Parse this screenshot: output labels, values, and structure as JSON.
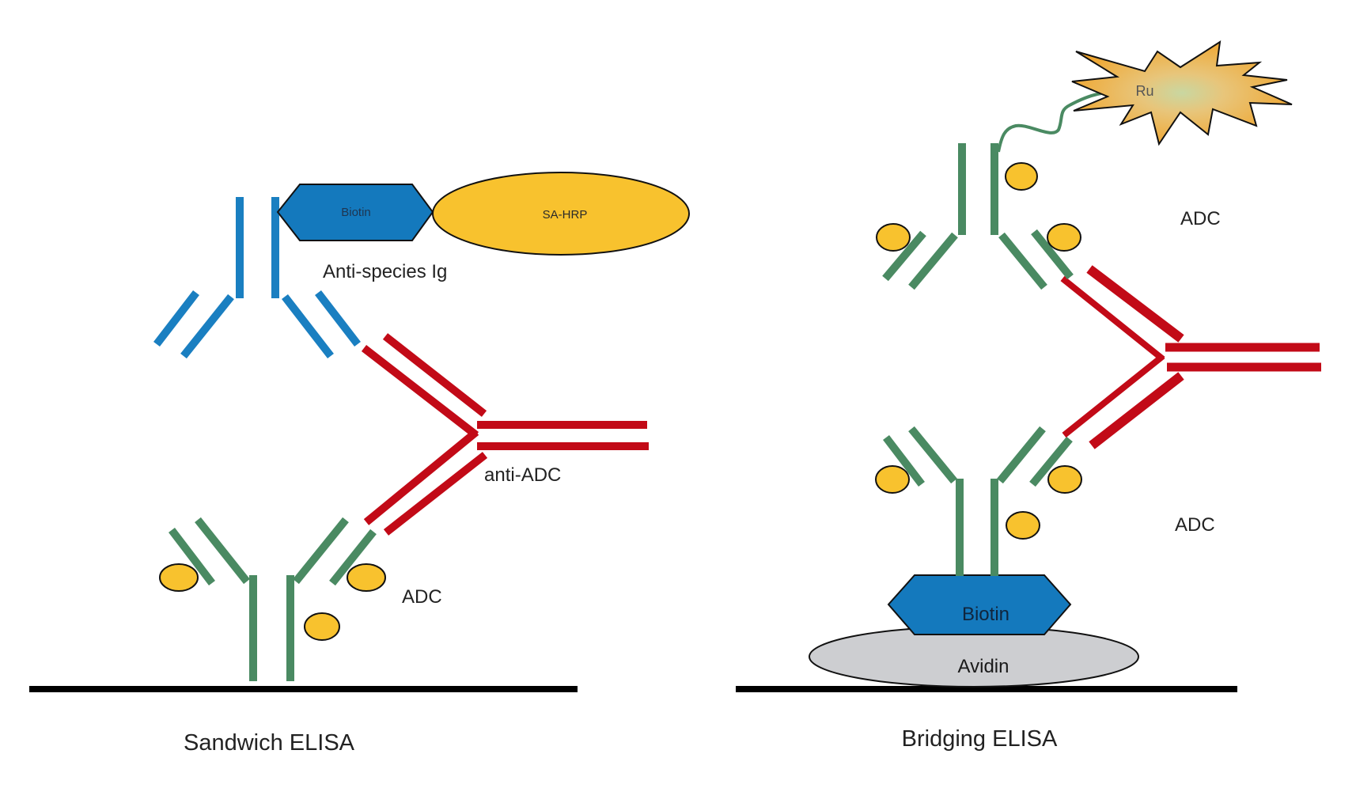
{
  "colors": {
    "blue_antibody": "#1a7fc1",
    "green_antibody": "#4a8a62",
    "red_antibody": "#c20a17",
    "drug_payload": "#f8c22e",
    "biotin_fill": "#1479bd",
    "avidin_fill": "#cdced1",
    "sa_hrp_fill": "#f8c22e",
    "surface": "#000000",
    "ru_outer": "#f0a52d",
    "ru_center": "#c9d7a1"
  },
  "sandwich": {
    "title": "Sandwich ELISA",
    "detection_label": "Anti-species Ig",
    "biotin_label": "Biotin",
    "sa_hrp_label": "SA-HRP",
    "anti_adc_label": "anti-ADC",
    "adc_label": "ADC"
  },
  "bridging": {
    "title": "Bridging ELISA",
    "ru_label": "Ru",
    "adc_top_label": "ADC",
    "adc_bottom_label": "ADC",
    "biotin_label": "Biotin",
    "avidin_label": "Avidin"
  }
}
